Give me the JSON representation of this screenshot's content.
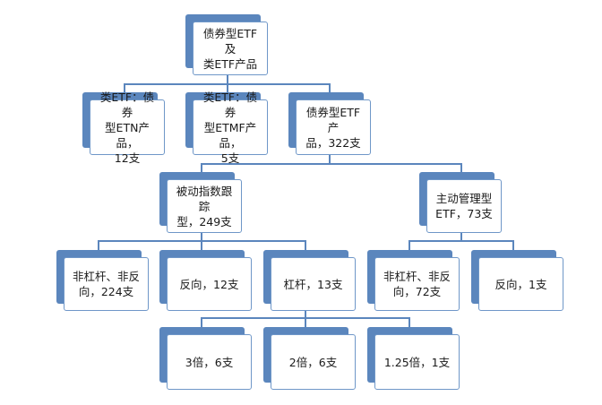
{
  "diagram": {
    "root": {
      "label": "债券型ETF及\n类ETF产品"
    },
    "level1": [
      {
        "id": "etn",
        "label": "类ETF：债券\n型ETN产品，\n12支"
      },
      {
        "id": "etmf",
        "label": "类ETF：债券\n型ETMF产品，\n5支"
      },
      {
        "id": "bond-etf",
        "label": "债券型ETF产\n品，322支"
      }
    ],
    "level2": [
      {
        "id": "passive",
        "label": "被动指数跟踪\n型，249支"
      },
      {
        "id": "active",
        "label": "主动管理型\nETF，73支"
      }
    ],
    "level3": [
      {
        "id": "passive-nonlev",
        "label": "非杠杆、非反\n向，224支"
      },
      {
        "id": "passive-inverse",
        "label": "反向，12支"
      },
      {
        "id": "passive-leveraged",
        "label": "杠杆，13支"
      },
      {
        "id": "active-nonlev",
        "label": "非杠杆、非反\n向，72支"
      },
      {
        "id": "active-inverse",
        "label": "反向，1支"
      }
    ],
    "level4": [
      {
        "id": "lev-3x",
        "label": "3倍，6支"
      },
      {
        "id": "lev-2x",
        "label": "2倍，6支"
      },
      {
        "id": "lev-125x",
        "label": "1.25倍，1支"
      }
    ]
  },
  "colors": {
    "shadow": "#5b86bd",
    "border": "#6f97c8",
    "connector": "#5b86bd",
    "text": "#1a1a1a",
    "background": "#ffffff"
  }
}
